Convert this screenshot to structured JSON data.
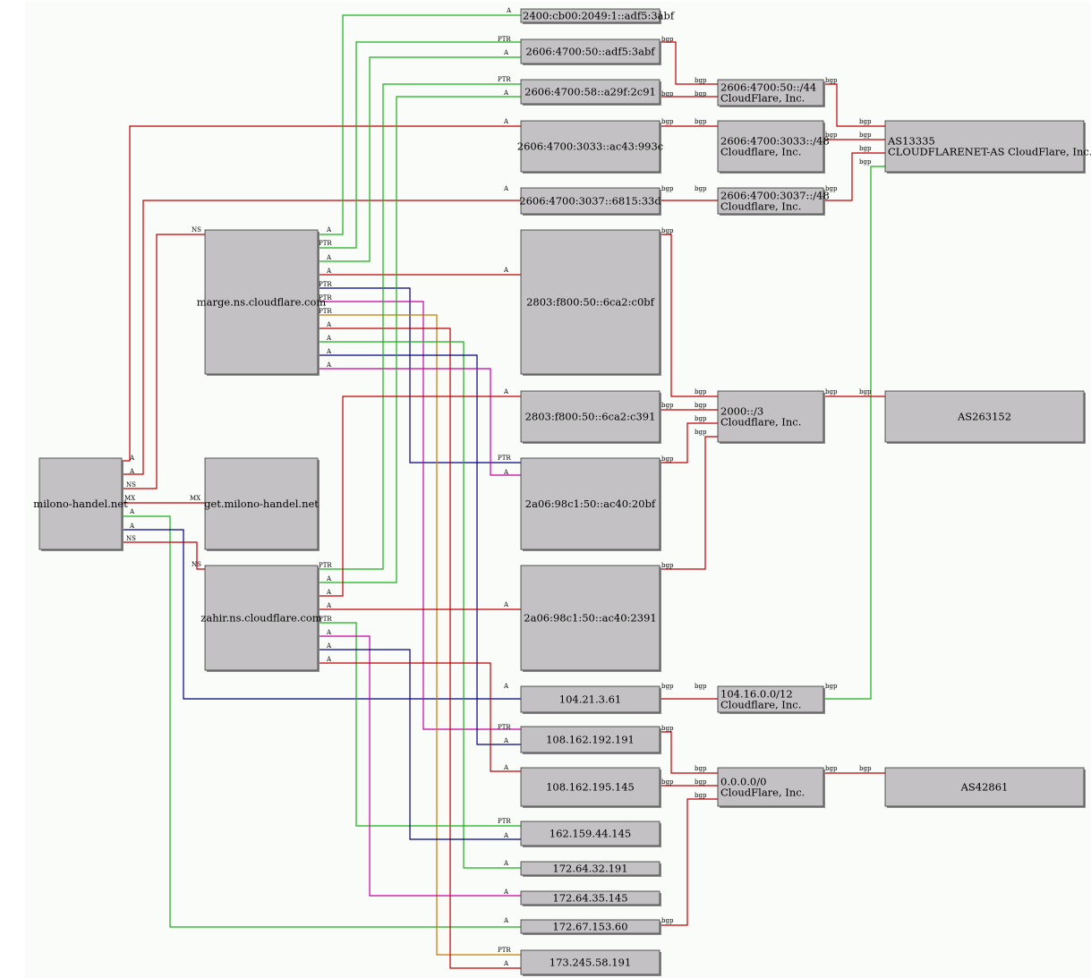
{
  "diagram": {
    "nodes": {
      "milono": [
        "milono-handel.net"
      ],
      "get": [
        "get.milono-handel.net"
      ],
      "marge": [
        "marge.ns.cloudflare.com"
      ],
      "zahir": [
        "zahir.ns.cloudflare.com"
      ],
      "ip_2400": [
        "2400:cb00:2049:1::adf5:3abf"
      ],
      "ip_2606_50": [
        "2606:4700:50::adf5:3abf"
      ],
      "ip_2606_58": [
        "2606:4700:58::a29f:2c91"
      ],
      "ip_3033": [
        "2606:4700:3033::ac43:993c"
      ],
      "ip_3037": [
        "2606:4700:3037::6815:33d"
      ],
      "ip_2803_bf": [
        "2803:f800:50::6ca2:c0bf"
      ],
      "ip_2803_91": [
        "2803:f800:50::6ca2:c391"
      ],
      "ip_2a06_bf": [
        "2a06:98c1:50::ac40:20bf"
      ],
      "ip_2a06_91": [
        "2a06:98c1:50::ac40:2391"
      ],
      "ip_104": [
        "104.21.3.61"
      ],
      "ip_108_191": [
        "108.162.192.191"
      ],
      "ip_108_145": [
        "108.162.195.145"
      ],
      "ip_162": [
        "162.159.44.145"
      ],
      "ip_172_64_32": [
        "172.64.32.191"
      ],
      "ip_172_64_35": [
        "172.64.35.145"
      ],
      "ip_172_67": [
        "172.67.153.60"
      ],
      "ip_173": [
        "173.245.58.191"
      ],
      "net_2606_50": [
        "2606:4700:50::/44",
        "CloudFlare, Inc."
      ],
      "net_3033": [
        "2606:4700:3033::/48",
        "Cloudflare, Inc."
      ],
      "net_3037": [
        "2606:4700:3037::/48",
        "Cloudflare, Inc."
      ],
      "net_2000": [
        "2000::/3",
        "Cloudflare, Inc."
      ],
      "net_104": [
        "104.16.0.0/12",
        "Cloudflare, Inc."
      ],
      "net_0000": [
        "0.0.0.0/0",
        "CloudFlare, Inc."
      ],
      "as13335": [
        "AS13335",
        "CLOUDFLARENET-AS CloudFlare, Inc."
      ],
      "as263152": [
        "AS263152"
      ],
      "as42861": [
        "AS42861"
      ]
    },
    "edge_labels": {
      "a": "A",
      "ptr": "PTR",
      "ns": "NS",
      "mx": "MX",
      "bgp": "bgp"
    },
    "colors": {
      "red": "#c00000",
      "green": "#19b119",
      "blue": "#000080",
      "magenta": "#c800a0",
      "orange": "#c87800",
      "node_fill": "#c3c1c3",
      "background": "#fafcfa"
    }
  }
}
